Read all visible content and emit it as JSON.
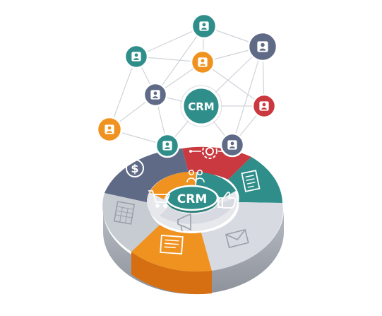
{
  "diagram": {
    "network_label": "CRM",
    "ring_label": "CRM",
    "colors": {
      "teal": "#2f8e8a",
      "orange": "#f0921f",
      "navy": "#5f6a86",
      "red": "#c9393f",
      "grey": "#c7cbd2",
      "dark_grey": "#9aa0aa",
      "white": "#ffffff",
      "line": "#cfd3d9"
    },
    "network_nodes": [
      {
        "id": "n1",
        "icon": "person-icon",
        "color": "teal"
      },
      {
        "id": "n2",
        "icon": "person-icon",
        "color": "teal"
      },
      {
        "id": "n3",
        "icon": "person-icon",
        "color": "orange"
      },
      {
        "id": "n4",
        "icon": "person-icon",
        "color": "navy"
      },
      {
        "id": "n5",
        "icon": "person-icon",
        "color": "navy"
      },
      {
        "id": "n6",
        "icon": "person-icon",
        "color": "red"
      },
      {
        "id": "n7",
        "icon": "person-icon",
        "color": "orange"
      },
      {
        "id": "n8",
        "icon": "person-icon",
        "color": "teal"
      },
      {
        "id": "n9",
        "icon": "person-icon",
        "color": "navy"
      }
    ],
    "ring_segment_icons": [
      "dollar-icon",
      "gear-icon",
      "document-list-icon",
      "envelope-icon",
      "document-icon",
      "invoice-grid-icon",
      "shopping-cart-icon",
      "people-icon",
      "thumbs-up-icon",
      "megaphone-icon"
    ]
  }
}
